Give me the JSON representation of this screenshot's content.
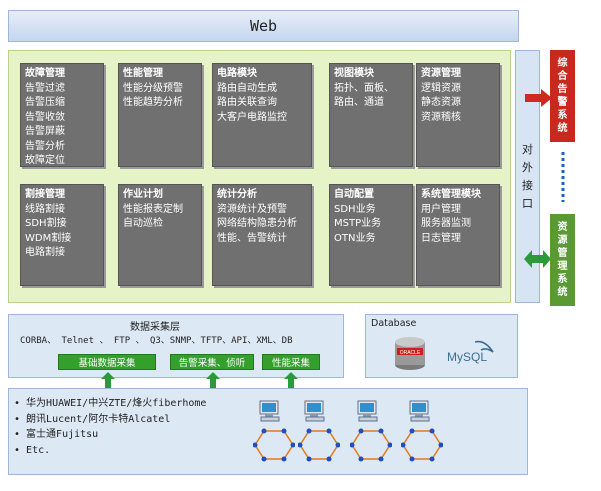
{
  "web": "Web",
  "modules": [
    {
      "title": "故障管理",
      "items": [
        "告警过滤",
        "告警压缩",
        "告警收敛",
        "告警屏蔽",
        "告警分析",
        "故障定位"
      ]
    },
    {
      "title": "性能管理",
      "items": [
        "性能分级预警",
        "性能趋势分析"
      ]
    },
    {
      "title": "电路模块",
      "items": [
        "路由自动生成",
        "路由关联查询",
        "大客户电路监控"
      ]
    },
    {
      "title": "视图模块",
      "items": [
        "拓扑、面板、",
        "路由、通道"
      ]
    },
    {
      "title": "资源管理",
      "items": [
        "逻辑资源",
        "静态资源",
        "资源稽核"
      ]
    },
    {
      "title": "割接管理",
      "items": [
        "线路割接",
        "SDH割接",
        "WDM割接",
        "电路割接"
      ]
    },
    {
      "title": "作业计划",
      "items": [
        "性能报表定制",
        "自动巡检"
      ]
    },
    {
      "title": "统计分析",
      "items": [
        "资源统计及预警",
        "网络结构隐患分析",
        "性能、告警统计"
      ]
    },
    {
      "title": "自动配置",
      "items": [
        "SDH业务",
        "MSTP业务",
        "OTN业务"
      ]
    },
    {
      "title": "系统管理模块",
      "items": [
        "用户管理",
        "服务器监测",
        "日志管理"
      ]
    }
  ],
  "interface_label": [
    "对",
    "外",
    "接",
    "口"
  ],
  "alarm_system": [
    "综",
    "合",
    "告",
    "警",
    "系",
    "统"
  ],
  "resource_system": [
    "资",
    "源",
    "管",
    "理",
    "系",
    "统"
  ],
  "collection": {
    "title": "数据采集层",
    "protocols": "CORBA、 Telnet 、 FTP 、 Q3、SNMP、TFTP、API、XML、DB",
    "buttons": [
      "基础数据采集",
      "告警采集、侦听",
      "性能采集"
    ]
  },
  "database": {
    "title": "Database",
    "logos": [
      "ORACLE",
      "MySQL"
    ]
  },
  "vendors": [
    "华为HUAWEI/中兴ZTE/烽火fiberhome",
    "朗讯Lucent/阿尔卡特Alcatel",
    "富士通Fujitsu",
    "Etc."
  ],
  "colors": {
    "alarm": "#c8281e",
    "resource": "#5b9a32",
    "module": "#707070",
    "panel": "#e6f3c6"
  }
}
